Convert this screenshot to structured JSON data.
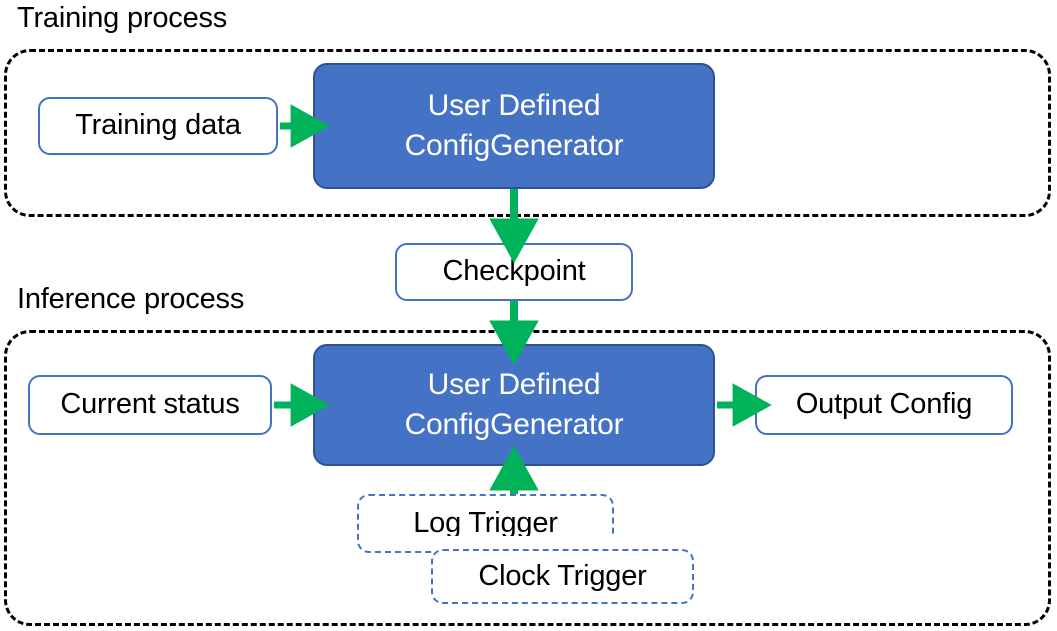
{
  "diagram": {
    "title": "Training process / Inference process flow",
    "colors": {
      "process_fill": "#4472C4",
      "process_border": "#2F528F",
      "plain_border": "#4472C4",
      "trigger_border": "#4472C4",
      "arrow": "#00B259",
      "container_border": "#000000",
      "text_on_fill": "#FFFFFF",
      "text": "#000000",
      "background": "#FFFFFF"
    },
    "sections": [
      {
        "id": "training",
        "caption": "Training process"
      },
      {
        "id": "inference",
        "caption": "Inference process"
      }
    ],
    "nodes": {
      "training_data": {
        "label": "Training data",
        "shape": "rounded-rect",
        "style": "plain"
      },
      "generator_training": {
        "line1": "User Defined",
        "line2": "ConfigGenerator",
        "shape": "rounded-rect",
        "style": "filled"
      },
      "checkpoint": {
        "label": "Checkpoint",
        "shape": "rounded-rect",
        "style": "plain"
      },
      "current_status": {
        "label": "Current status",
        "shape": "rounded-rect",
        "style": "plain"
      },
      "generator_inference": {
        "line1": "User Defined",
        "line2": "ConfigGenerator",
        "shape": "rounded-rect",
        "style": "filled"
      },
      "output_config": {
        "label": "Output Config",
        "shape": "rounded-rect",
        "style": "plain"
      },
      "log_trigger": {
        "label": "Log Trigger",
        "shape": "rounded-rect",
        "style": "dashed"
      },
      "clock_trigger": {
        "label": "Clock Trigger",
        "shape": "rounded-rect",
        "style": "dashed"
      }
    },
    "edges": [
      {
        "from": "training_data",
        "to": "generator_training",
        "direction": "right"
      },
      {
        "from": "generator_training",
        "to": "checkpoint",
        "direction": "down"
      },
      {
        "from": "checkpoint",
        "to": "generator_inference",
        "direction": "down"
      },
      {
        "from": "current_status",
        "to": "generator_inference",
        "direction": "right"
      },
      {
        "from": "generator_inference",
        "to": "output_config",
        "direction": "right"
      },
      {
        "from": "log_trigger",
        "to": "generator_inference",
        "direction": "up"
      }
    ]
  }
}
